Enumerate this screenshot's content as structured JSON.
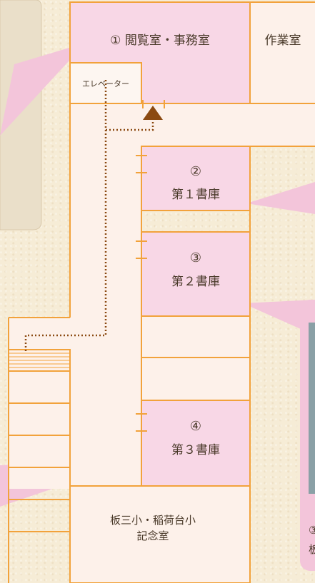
{
  "rooms": {
    "reading_office": "① 閲覧室・事務室",
    "workroom": "作業室",
    "elevator": "エレベーター",
    "stack1_number": "②",
    "stack1_name": "第１書庫",
    "stack2_number": "③",
    "stack2_name": "第２書庫",
    "stack3_number": "④",
    "stack3_name": "第３書庫",
    "memorial_line1": "板三小・稲荷台小",
    "memorial_line2": "記念室"
  },
  "callout_fragments": {
    "number_fragment": "③",
    "text_fragment": "板"
  },
  "colors": {
    "background": "#f6ecd6",
    "wall": "#f2a23b",
    "room_fill": "#f8d7e6",
    "corridor_fill": "#fdf1ea",
    "callout": "#f3c5da",
    "route": "#8b4a12",
    "marker": "#8b4a12"
  },
  "icons": {
    "current_location": "triangle-marker-icon",
    "route": "dotted-route"
  }
}
